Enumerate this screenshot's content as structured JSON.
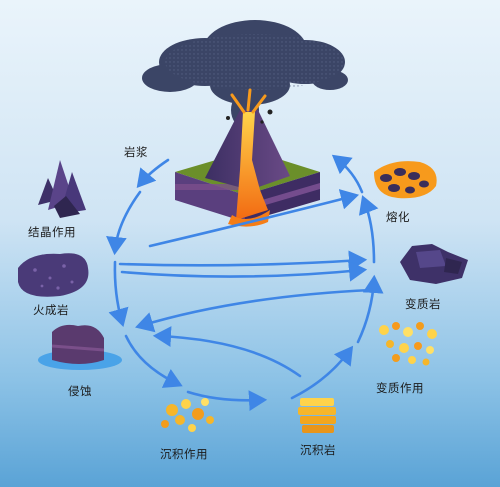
{
  "labels": {
    "magma": "岩浆",
    "crystallization": "结晶作用",
    "igneous_rock": "火成岩",
    "erosion": "侵蚀",
    "sedimentation": "沉积作用",
    "sedimentary_rock": "沉积岩",
    "melting": "熔化",
    "metamorphic_rock": "变质岩",
    "metamorphism": "变质作用"
  },
  "colors": {
    "arrow": "#3f86e6",
    "lava": "#f79a1c",
    "rock_purple": "#4a3a78",
    "ash_cloud": "#3b4566",
    "sediment_yellow": "#f6b62a"
  }
}
